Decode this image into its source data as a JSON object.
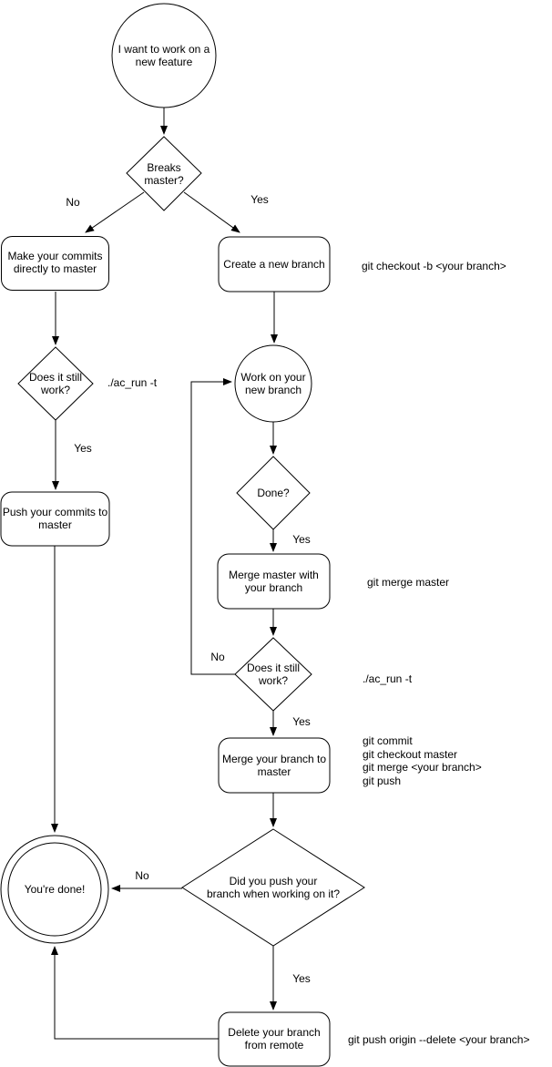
{
  "diagram": {
    "title": "git feature workflow flowchart",
    "colors": {
      "stroke": "#000000",
      "background": "#ffffff",
      "text": "#000000"
    },
    "nodes": {
      "start": "I want to work on a\nnew feature",
      "breaks_master": "Breaks\nmaster?",
      "make_commits": "Make your commits\ndirectly to master",
      "create_branch": "Create a new branch",
      "work_branch": "Work on your\nnew branch",
      "still_work_1": "Does it still\nwork?",
      "push_commits": "Push your commits to\nmaster",
      "done_q": "Done?",
      "merge_master": "Merge master with\nyour branch",
      "still_work_2": "Does it still\nwork?",
      "merge_branch": "Merge your branch to\nmaster",
      "did_push": "Did you push your\nbranch when working on it?",
      "youre_done": "You're done!",
      "delete_branch": "Delete your branch\nfrom remote"
    },
    "edge_labels": {
      "no_breaks": "No",
      "yes_breaks": "Yes",
      "yes_still_1": "Yes",
      "yes_done": "Yes",
      "no_still_2": "No",
      "yes_still_2": "Yes",
      "no_did_push": "No",
      "yes_did_push": "Yes"
    },
    "annotations": {
      "checkout_cmd": "git checkout -b <your branch>",
      "ac_run_1": "./ac_run -t",
      "merge_master_cmd": "git merge master",
      "ac_run_2": "./ac_run -t",
      "merge_push_cmds": "git commit\ngit checkout master\ngit merge <your branch>\ngit push",
      "delete_remote_cmd": "git push origin --delete <your branch>"
    }
  }
}
